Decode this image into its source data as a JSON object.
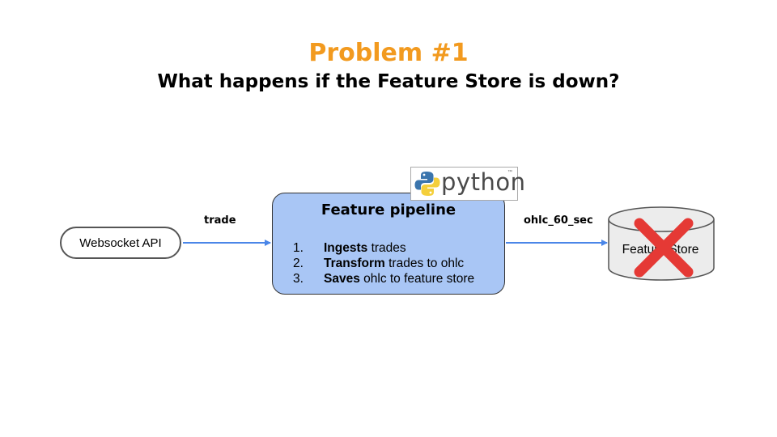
{
  "header": {
    "title": "Problem #1",
    "subtitle": "What happens if the Feature Store is down?"
  },
  "diagram": {
    "source_node": {
      "label": "Websocket API"
    },
    "edge_in": {
      "label": "trade"
    },
    "pipeline": {
      "title": "Feature pipeline",
      "steps": [
        {
          "num": "1.",
          "bold": "Ingests",
          "rest": " trades"
        },
        {
          "num": "2.",
          "bold": "Transform",
          "rest": " trades to ohlc"
        },
        {
          "num": "3.",
          "bold": "Saves",
          "rest": " ohlc to feature store"
        }
      ]
    },
    "logo": {
      "text": "python",
      "tm": "™",
      "icon": "python-icon"
    },
    "edge_out": {
      "label": "ohlc_60_sec"
    },
    "sink_node": {
      "label": "Feature Store",
      "status_icon": "red-x-icon"
    },
    "colors": {
      "title": "#f29a1f",
      "pipeline_fill": "#a9c6f5",
      "arrow": "#4a86e8",
      "cross": "#e53935"
    }
  }
}
